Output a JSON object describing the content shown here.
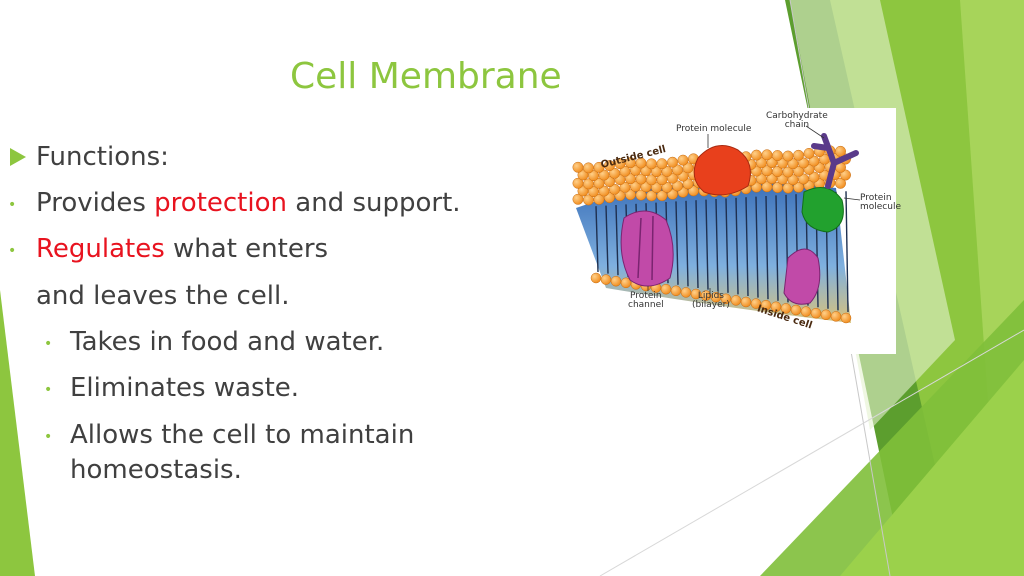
{
  "slide": {
    "title": "Cell Membrane",
    "functions_label": "Functions:",
    "bullet1_pre": "Provides ",
    "bullet1_highlight": "protection",
    "bullet1_post": " and support.",
    "bullet2_highlight": "Regulates",
    "bullet2_post": " what enters",
    "continuation": "and leaves the cell.",
    "sub_items": [
      "Takes in food and water.",
      "Eliminates waste.",
      "Allows the cell to maintain"
    ],
    "sub_item3_cont": "homeostasis."
  },
  "diagram": {
    "labels": {
      "carbohydrate_line1": "Carbohydrate",
      "carbohydrate_line2": "chain",
      "protein_molecule_top": "Protein molecule",
      "outside_cell": "Outside cell",
      "protein_molecule_right_line1": "Protein",
      "protein_molecule_right_line2": "molecule",
      "protein_channel_line1": "Protein",
      "protein_channel_line2": "channel",
      "lipids_line1": "Lipids",
      "lipids_line2": "(bilayer)",
      "inside_cell": "Inside cell"
    }
  },
  "colors": {
    "accent_green": "#8dc63f",
    "highlight_red": "#e8131f",
    "body_text": "#404040"
  }
}
